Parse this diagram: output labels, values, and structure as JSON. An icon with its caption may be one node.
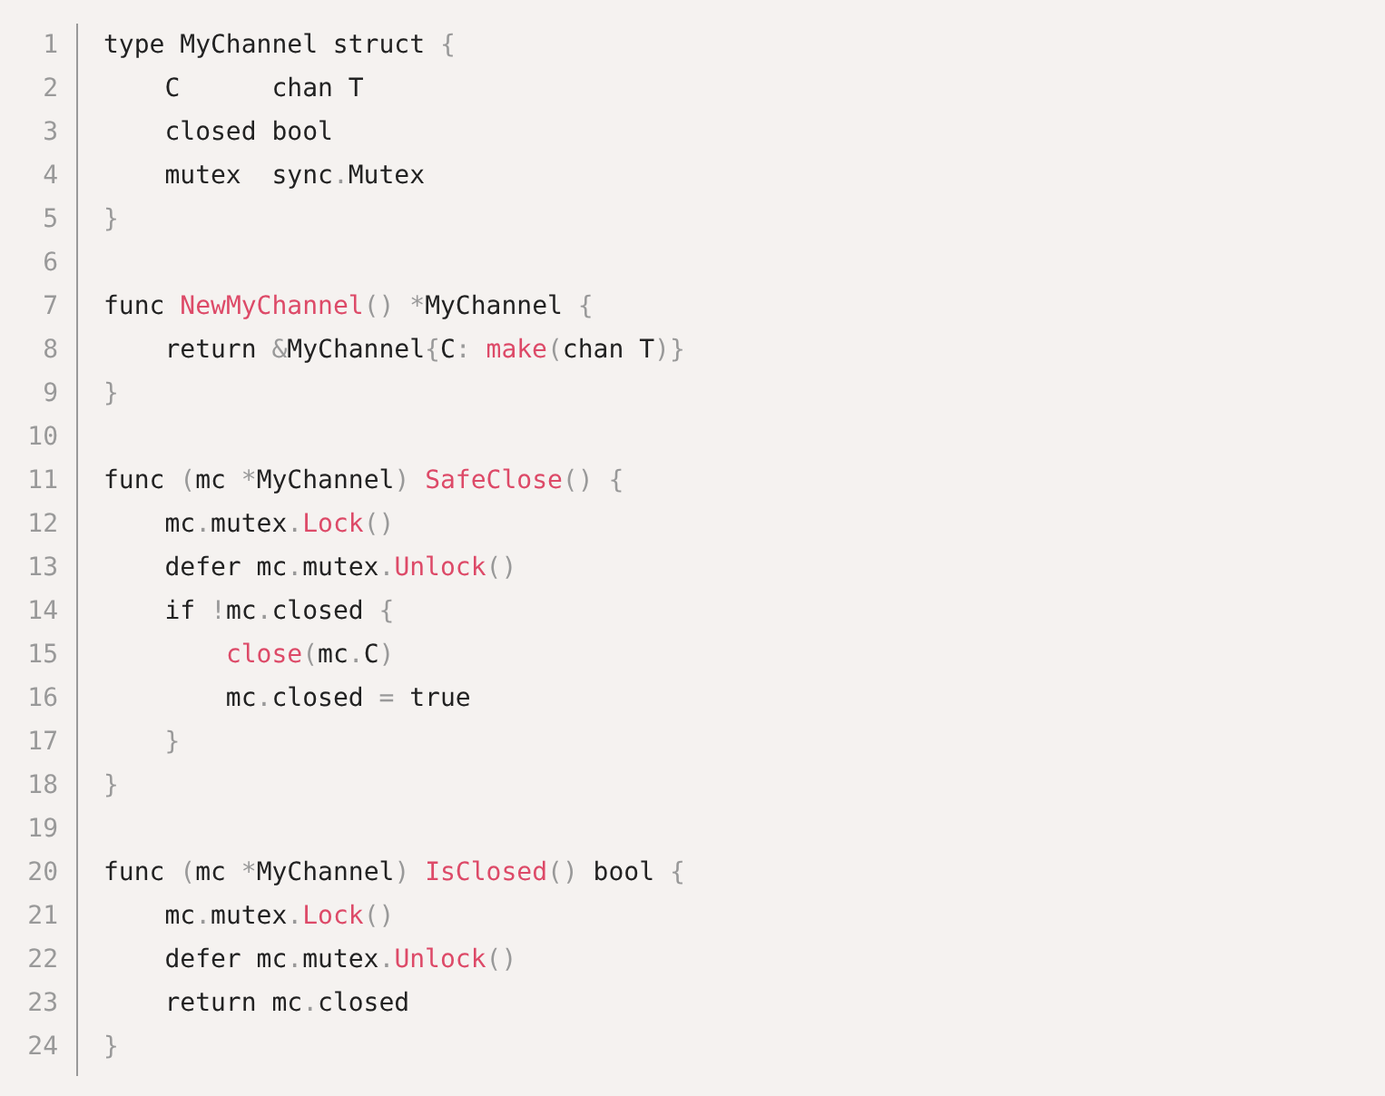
{
  "diagram": {
    "labels": [
      "1",
      "type MyChannel struct {",
      "2",
      "    C      chan T",
      "3",
      "    closed bool",
      "4",
      "    mutex  sync.Mutex",
      "5",
      "}",
      "6",
      "7",
      "func NewMyChannel() *MyChannel {",
      "8",
      "    return &MyChannel{C: make(chan T)}",
      "9",
      "}",
      "10",
      "11",
      "func (mc *MyChannel) SafeClose() {",
      "12",
      "    mc.mutex.Lock()",
      "13",
      "    defer mc.mutex.Unlock()",
      "14",
      "    if !mc.closed {",
      "15",
      "        close(mc.C)",
      "16",
      "        mc.closed = true",
      "17",
      "    }",
      "18",
      "}",
      "19",
      "20",
      "func (mc *MyChannel) IsClosed() bool {",
      "21",
      "    mc.mutex.Lock()",
      "22",
      "    defer mc.mutex.Unlock()",
      "23",
      "    return mc.closed",
      "24",
      "}"
    ]
  }
}
